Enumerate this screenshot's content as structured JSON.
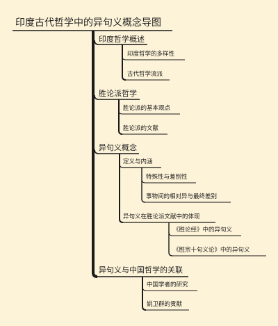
{
  "root": "印度古代哲学中的异句义概念导图",
  "branches": [
    {
      "label": "印度哲学概述",
      "children": [
        {
          "label": "印度哲学的多样性"
        },
        {
          "label": "古代哲学流派"
        }
      ]
    },
    {
      "label": "胜论派哲学",
      "children": [
        {
          "label": "胜论派的基本观点"
        },
        {
          "label": "胜论派的文献"
        }
      ]
    },
    {
      "label": "异句义概念",
      "children": [
        {
          "label": "定义与内涵",
          "children": [
            {
              "label": "特殊性与差别性"
            },
            {
              "label": "事物间的相对异与最终差别"
            }
          ]
        },
        {
          "label": "异句义在胜论派文献中的体现",
          "children": [
            {
              "label": "《胜论经》中的异句义"
            },
            {
              "label": "《胜宗十句义论》中的异句义"
            }
          ]
        }
      ]
    },
    {
      "label": "异句义与中国哲学的关联",
      "children": [
        {
          "label": "中国学者的研究"
        },
        {
          "label": "姚卫群的贡献"
        }
      ]
    }
  ]
}
